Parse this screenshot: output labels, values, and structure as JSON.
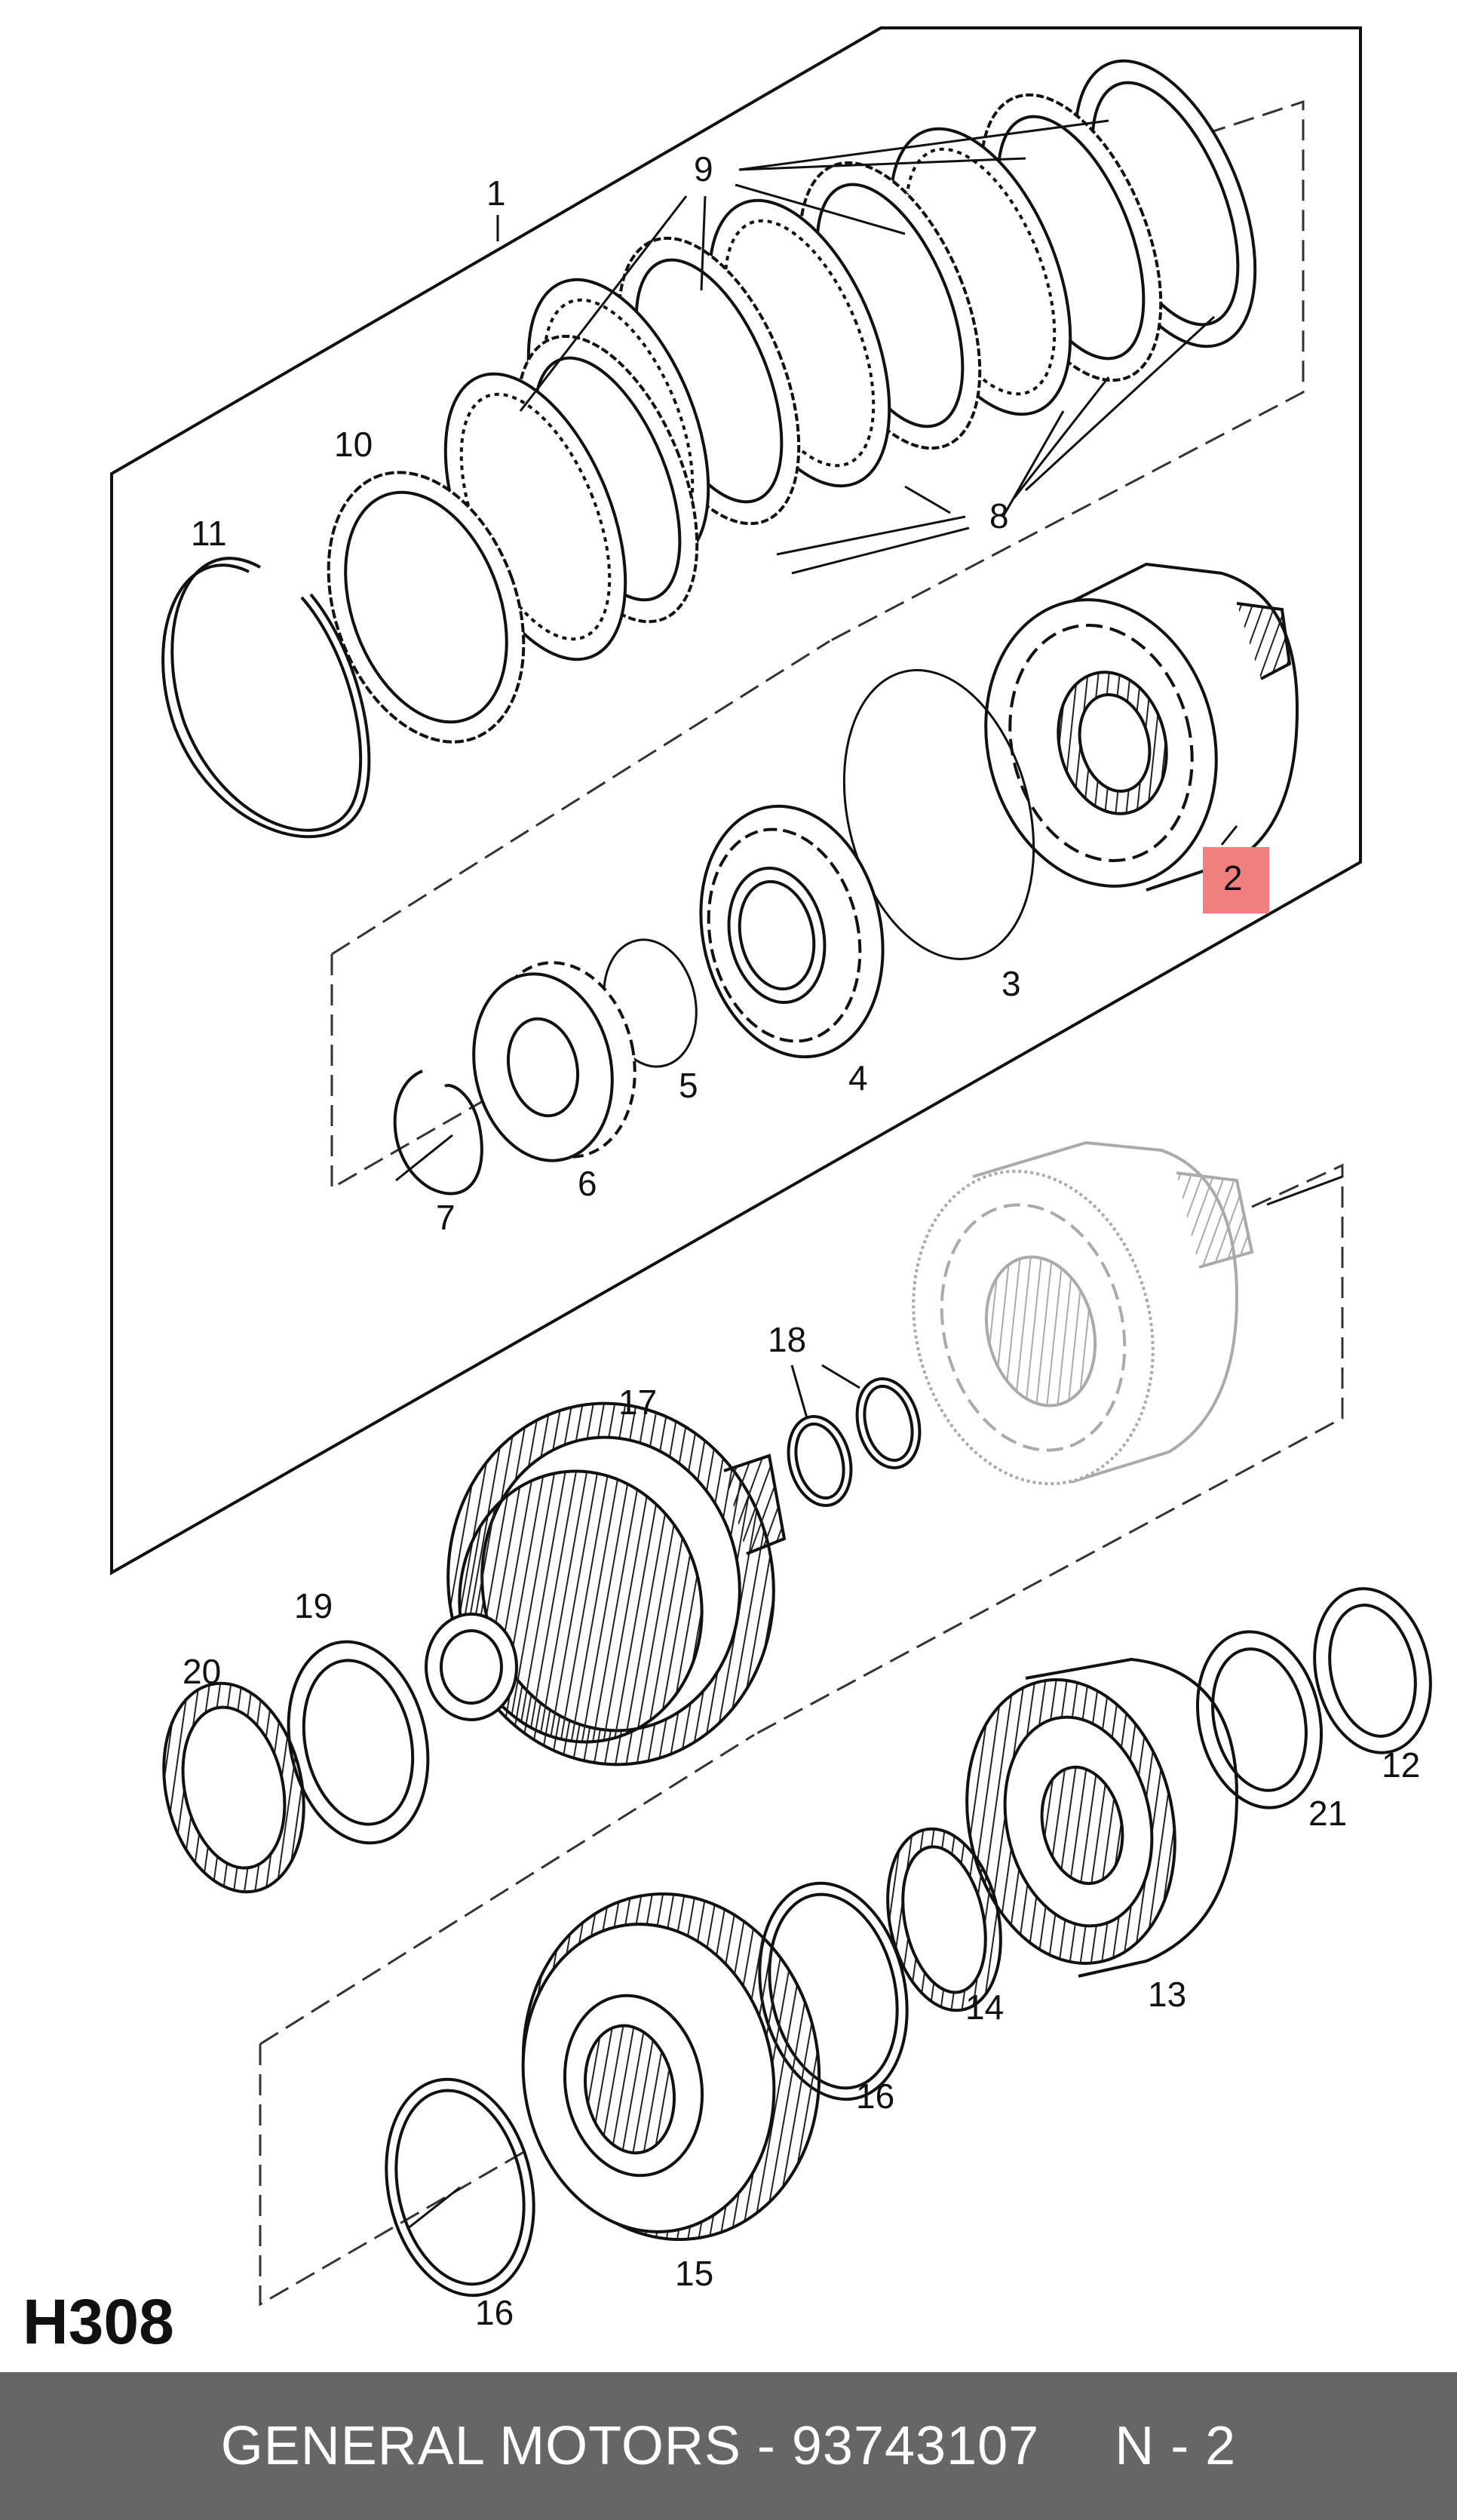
{
  "diagram": {
    "labels": {
      "l1": "1",
      "l2": "2",
      "l3": "3",
      "l4": "4",
      "l5": "5",
      "l6": "6",
      "l7": "7",
      "l8": "8",
      "l9": "9",
      "l10": "10",
      "l11": "11",
      "l12": "12",
      "l13": "13",
      "l14": "14",
      "l15": "15",
      "l16a": "16",
      "l16b": "16",
      "l17": "17",
      "l18": "18",
      "l19": "19",
      "l20": "20",
      "l21": "21"
    },
    "highlight_color": "#f08080",
    "code": "H308"
  },
  "footer": {
    "brand": "GENERAL MOTORS",
    "separator": " - ",
    "part_number": "93743107",
    "position": "N - 2"
  }
}
